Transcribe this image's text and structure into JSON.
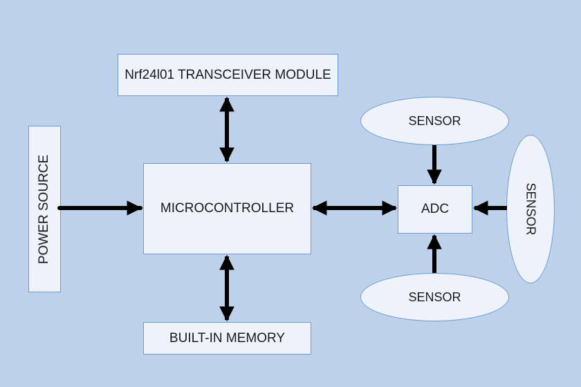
{
  "nodes": {
    "transceiver": "Nrf24l01 TRANSCEIVER MODULE",
    "power_source": "POWER SOURCE",
    "microcontroller": "MICROCONTROLLER",
    "memory": "BUILT-IN MEMORY",
    "adc": "ADC",
    "sensor_top": "SENSOR",
    "sensor_right": "SENSOR",
    "sensor_bottom": "SENSOR"
  },
  "colors": {
    "background": "#bdd1ea",
    "box_fill": "#eef3fb",
    "box_border": "#6d9bd1",
    "arrow": "#000000"
  },
  "edges": [
    {
      "from": "power_source",
      "to": "microcontroller",
      "direction": "one-way"
    },
    {
      "from": "microcontroller",
      "to": "transceiver",
      "direction": "two-way"
    },
    {
      "from": "microcontroller",
      "to": "memory",
      "direction": "two-way"
    },
    {
      "from": "microcontroller",
      "to": "adc",
      "direction": "two-way"
    },
    {
      "from": "sensor_top",
      "to": "adc",
      "direction": "one-way"
    },
    {
      "from": "sensor_right",
      "to": "adc",
      "direction": "one-way"
    },
    {
      "from": "sensor_bottom",
      "to": "adc",
      "direction": "one-way"
    }
  ]
}
